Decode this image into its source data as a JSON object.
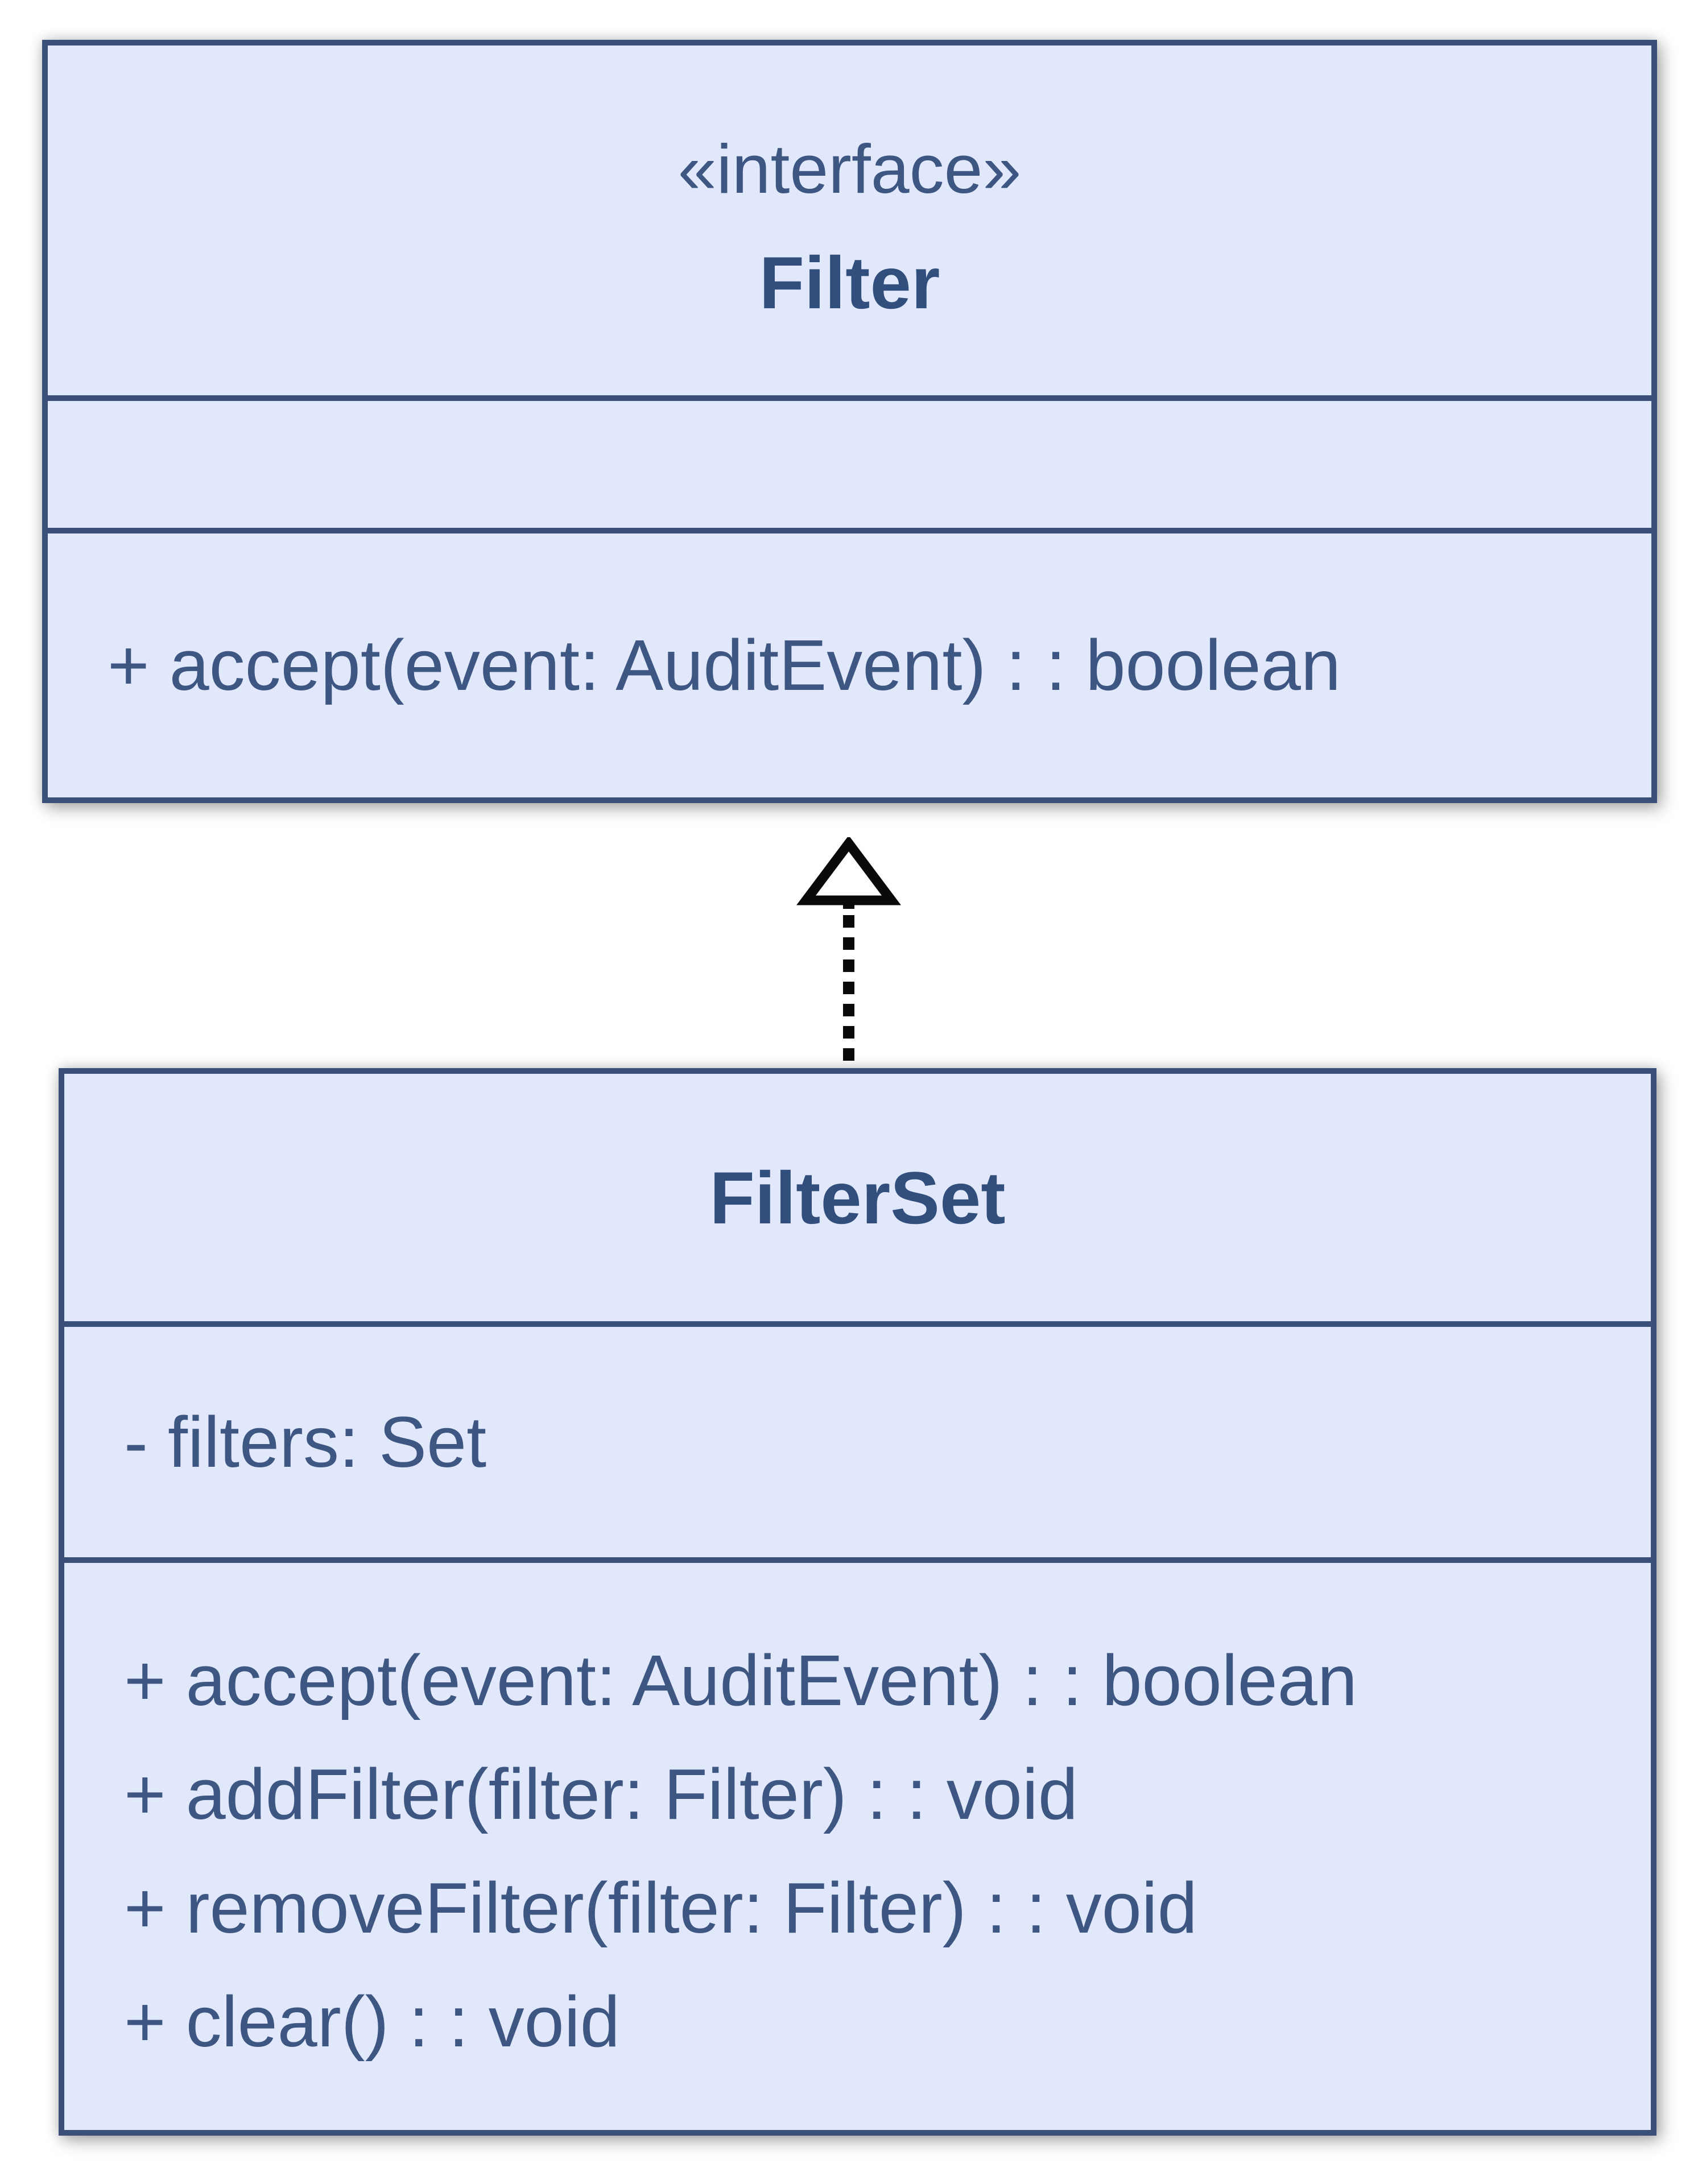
{
  "diagram": {
    "type": "uml-class-diagram",
    "colors": {
      "page_bg": "#FFFFFF",
      "box_fill": "#E1E8FB",
      "box_border": "#3A5078",
      "member_text": "#3E5682",
      "title_text": "#314E7C",
      "arrow_color": "#0A0A0A"
    },
    "classes": [
      {
        "id": "filter",
        "stereotype": "«interface»",
        "name": "Filter",
        "attributes": [],
        "methods": [
          "+ accept(event: AuditEvent) : : boolean"
        ]
      },
      {
        "id": "filterset",
        "name": "FilterSet",
        "attributes": [
          "- filters: Set"
        ],
        "methods": [
          "+ accept(event: AuditEvent) : : boolean",
          "+ addFilter(filter: Filter) : : void",
          "+ removeFilter(filter: Filter) : : void",
          "+ clear() : : void"
        ]
      }
    ],
    "relationship": {
      "type": "realization",
      "from": "FilterSet",
      "to": "Filter",
      "line_style": "dashed",
      "arrowhead": "hollow-triangle"
    }
  }
}
